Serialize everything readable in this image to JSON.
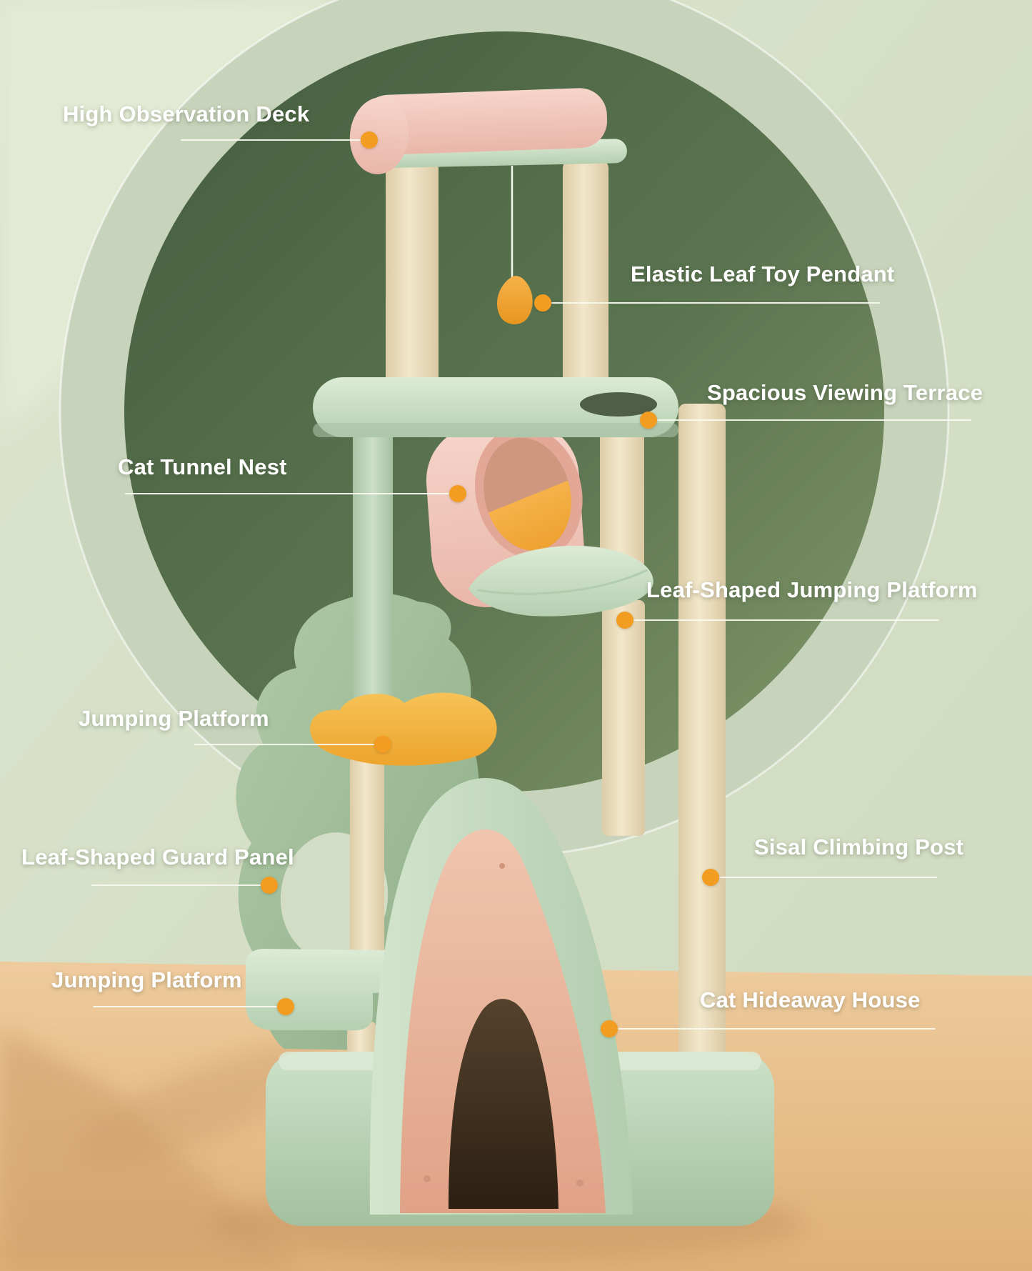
{
  "image_type": "annotated product feature diagram",
  "subject": "pastel cat tree tower",
  "annotations": [
    {
      "id": "high-observation-deck",
      "label": "High Observation Deck"
    },
    {
      "id": "elastic-leaf-toy-pendant",
      "label": "Elastic Leaf Toy Pendant"
    },
    {
      "id": "spacious-viewing-terrace",
      "label": "Spacious Viewing Terrace"
    },
    {
      "id": "cat-tunnel-nest",
      "label": "Cat Tunnel Nest"
    },
    {
      "id": "leaf-shaped-jumping-platform",
      "label": "Leaf-Shaped Jumping Platform"
    },
    {
      "id": "jumping-platform-upper",
      "label": "Jumping Platform"
    },
    {
      "id": "sisal-climbing-post",
      "label": "Sisal Climbing Post"
    },
    {
      "id": "leaf-shaped-guard-panel",
      "label": "Leaf-Shaped Guard Panel"
    },
    {
      "id": "jumping-platform-lower",
      "label": "Jumping Platform"
    },
    {
      "id": "cat-hideaway-house",
      "label": "Cat Hideaway House"
    }
  ],
  "callout_style": {
    "marker_dot_color": "#f29d22",
    "leader_line_color": "#f8faf0",
    "label_text_color": "#ffffff"
  },
  "palette": {
    "wall_light_sage": "#d6dfc7",
    "wall_mid_sage": "#c7d3ba",
    "backdrop_circle_dark_green": "#4b6345",
    "floor_tan": "#e6bd8b",
    "post_cream": "#ece0c4",
    "platform_mint": "#c9ddc4",
    "deck_pink": "#f0c6ba",
    "tunnel_interior_orange": "#f0a73c",
    "platform_yellow": "#f3b544",
    "guard_panel_sage": "#a3bf9b",
    "house_front_pink": "#e8b39c",
    "house_opening_brown": "#3f2f1f"
  }
}
